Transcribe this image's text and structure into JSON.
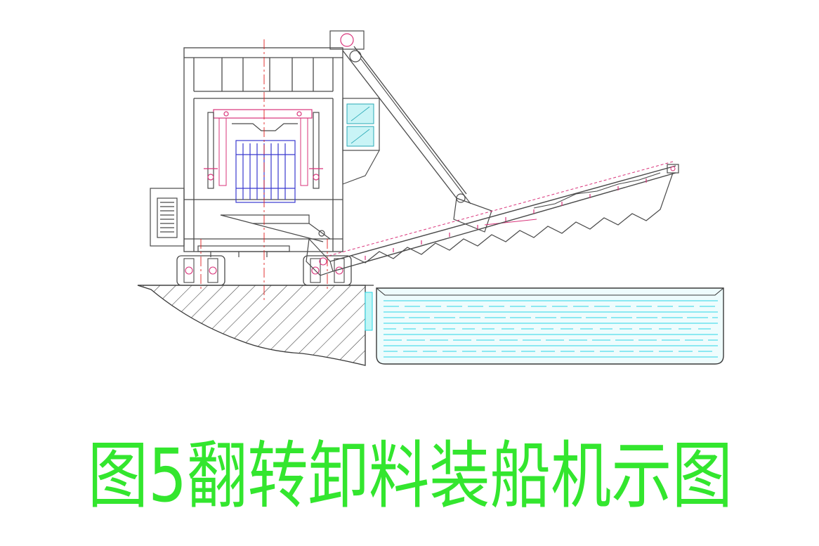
{
  "figure": {
    "caption": "图5翻转卸料装船机示图"
  },
  "colors": {
    "caption": "#33e62e",
    "structure": "#4a4a4a",
    "accent": "#d9337a",
    "hatch": "#3a3a3a",
    "water": "#29d6e6",
    "crate": "#3a3acf",
    "center_line": "#e02020"
  },
  "components": [
    "tipping-unloader-frame",
    "lifting-mast",
    "conveyor-boom",
    "wharf-ground",
    "cargo-barge"
  ]
}
